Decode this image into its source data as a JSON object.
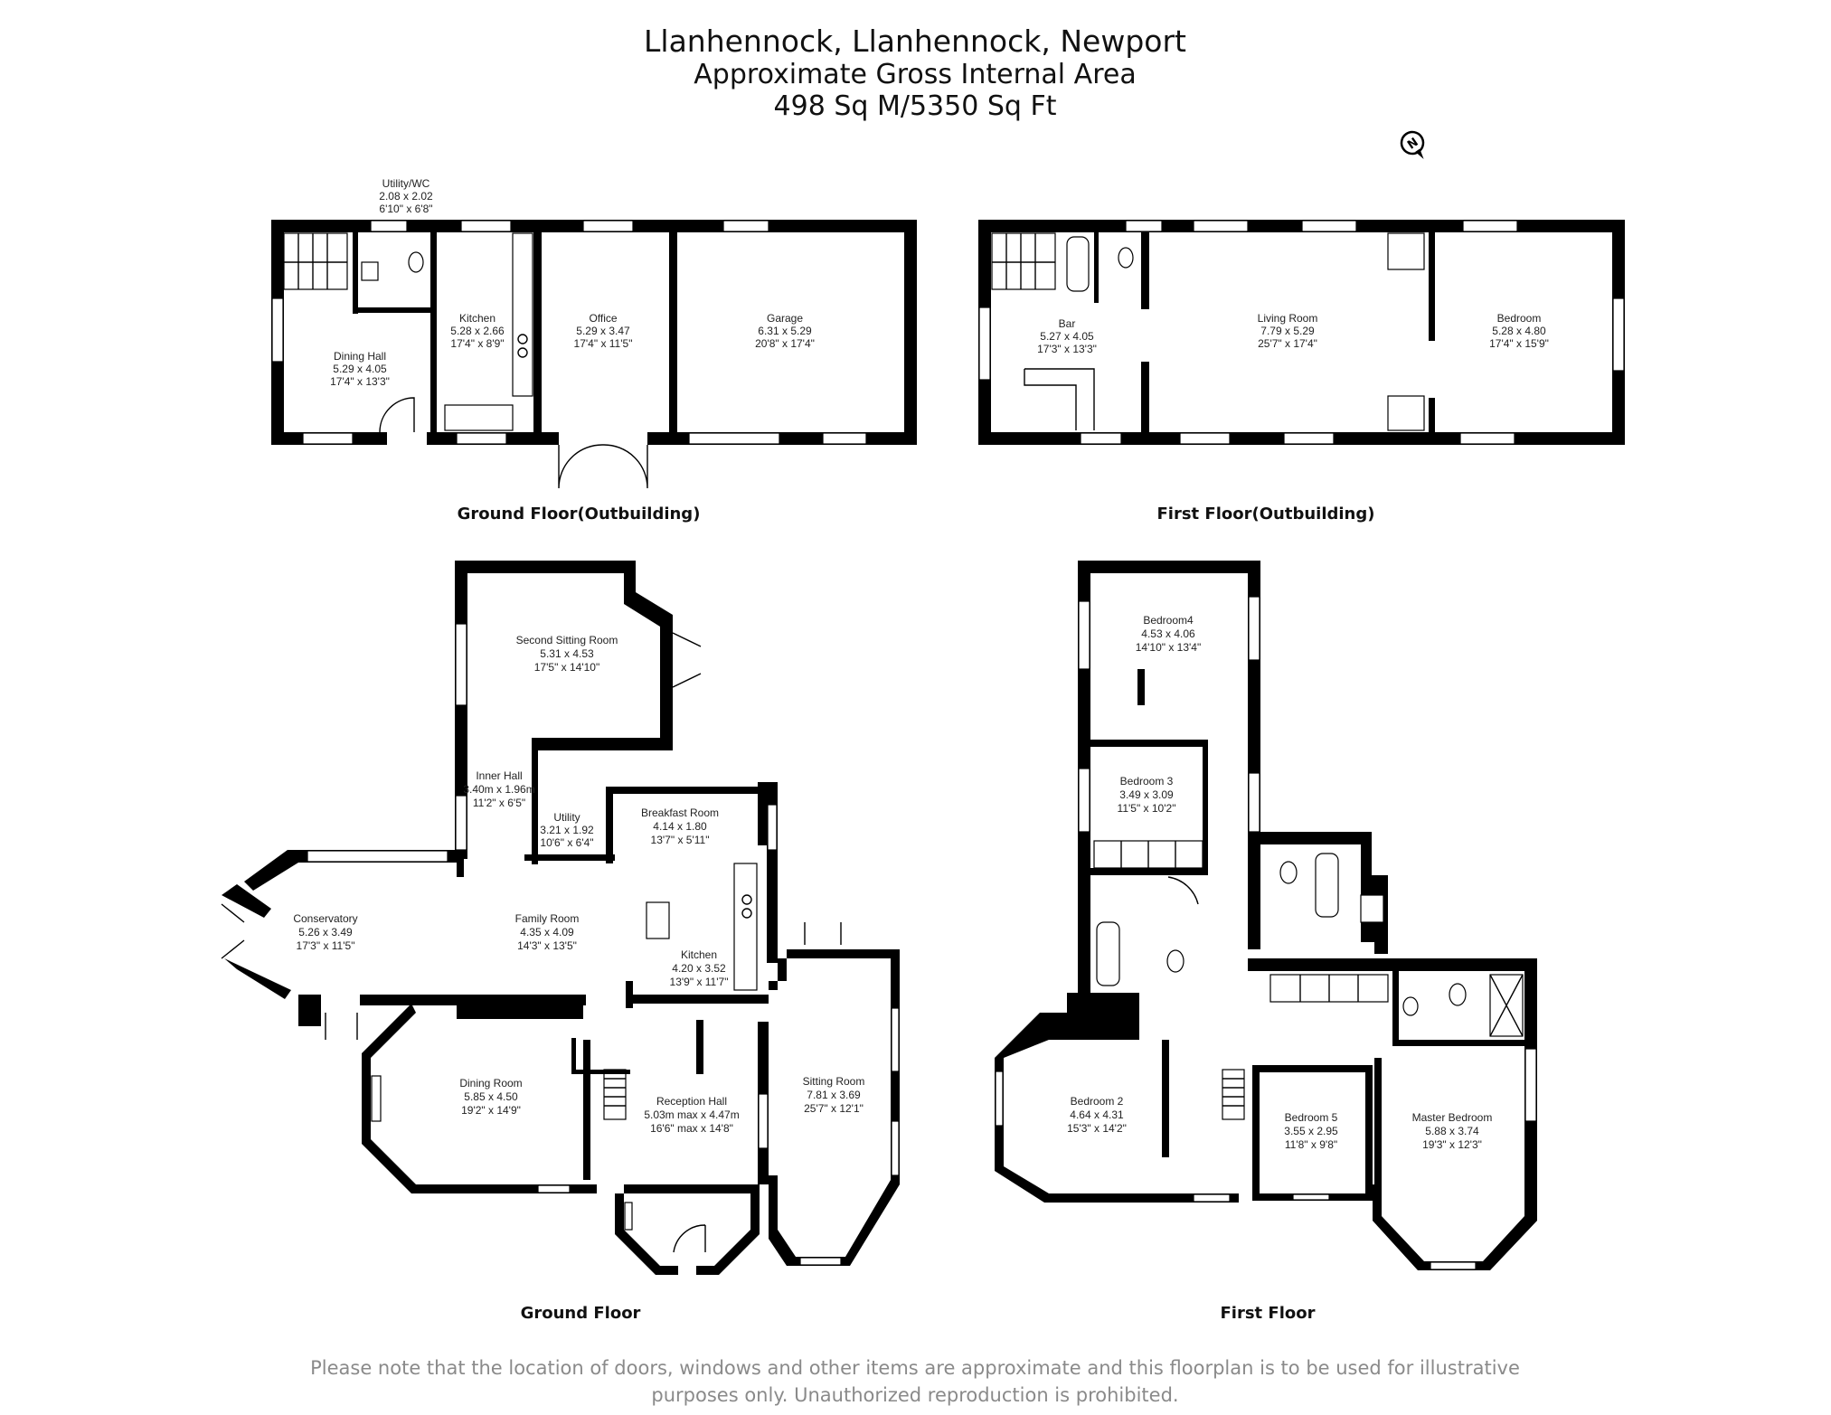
{
  "header": {
    "line1": "Llanhennock, Llanhennock, Newport",
    "line2": "Approximate Gross Internal Area",
    "line3": "498 Sq M/5350 Sq Ft"
  },
  "compass": {
    "letter": "N"
  },
  "floors": {
    "ground_outbuilding": {
      "caption": "Ground Floor(Outbuilding)",
      "rooms": [
        {
          "name": "Utility/WC",
          "metric": "2.08 x 2.02",
          "imperial": "6'10\" x 6'8\""
        },
        {
          "name": "Kitchen",
          "metric": "5.28 x 2.66",
          "imperial": "17'4\" x 8'9\""
        },
        {
          "name": "Office",
          "metric": "5.29 x 3.47",
          "imperial": "17'4\" x 11'5\""
        },
        {
          "name": "Garage",
          "metric": "6.31 x 5.29",
          "imperial": "20'8\" x 17'4\""
        },
        {
          "name": "Dining Hall",
          "metric": "5.29 x 4.05",
          "imperial": "17'4\" x 13'3\""
        }
      ]
    },
    "first_outbuilding": {
      "caption": "First Floor(Outbuilding)",
      "rooms": [
        {
          "name": "Bar",
          "metric": "5.27 x 4.05",
          "imperial": "17'3\" x 13'3\""
        },
        {
          "name": "Living Room",
          "metric": "7.79 x 5.29",
          "imperial": "25'7\" x 17'4\""
        },
        {
          "name": "Bedroom",
          "metric": "5.28 x 4.80",
          "imperial": "17'4\" x 15'9\""
        }
      ]
    },
    "ground": {
      "caption": "Ground Floor",
      "rooms": [
        {
          "name": "Second Sitting Room",
          "metric": "5.31 x 4.53",
          "imperial": "17'5\" x 14'10\""
        },
        {
          "name": "Inner Hall",
          "metric": "3.40m x 1.96m",
          "imperial": "11'2\" x 6'5\""
        },
        {
          "name": "Utility",
          "metric": "3.21 x 1.92",
          "imperial": "10'6\" x 6'4\""
        },
        {
          "name": "Breakfast Room",
          "metric": "4.14 x 1.80",
          "imperial": "13'7\" x 5'11\""
        },
        {
          "name": "Conservatory",
          "metric": "5.26 x 3.49",
          "imperial": "17'3\" x 11'5\""
        },
        {
          "name": "Family Room",
          "metric": "4.35 x 4.09",
          "imperial": "14'3\" x 13'5\""
        },
        {
          "name": "Kitchen",
          "metric": "4.20 x 3.52",
          "imperial": "13'9\" x 11'7\""
        },
        {
          "name": "Dining Room",
          "metric": "5.85 x 4.50",
          "imperial": "19'2\" x 14'9\""
        },
        {
          "name": "Reception Hall",
          "metric": "5.03m max x 4.47m",
          "imperial": "16'6\" max x 14'8\""
        },
        {
          "name": "Sitting Room",
          "metric": "7.81 x 3.69",
          "imperial": "25'7\" x 12'1\""
        }
      ]
    },
    "first": {
      "caption": "First Floor",
      "rooms": [
        {
          "name": "Bedroom4",
          "metric": "4.53 x 4.06",
          "imperial": "14'10\" x 13'4\""
        },
        {
          "name": "Bedroom 3",
          "metric": "3.49 x 3.09",
          "imperial": "11'5\" x 10'2\""
        },
        {
          "name": "Bedroom 2",
          "metric": "4.64 x 4.31",
          "imperial": "15'3\" x 14'2\""
        },
        {
          "name": "Bedroom 5",
          "metric": "3.55 x 2.95",
          "imperial": "11'8\" x 9'8\""
        },
        {
          "name": "Master Bedroom",
          "metric": "5.88 x 3.74",
          "imperial": "19'3\" x 12'3\""
        }
      ]
    }
  },
  "disclaimer": {
    "line1": "Please note that the location of doors, windows and other items are approximate and this floorplan is to be used for illustrative",
    "line2": "purposes only. Unauthorized reproduction is prohibited."
  }
}
